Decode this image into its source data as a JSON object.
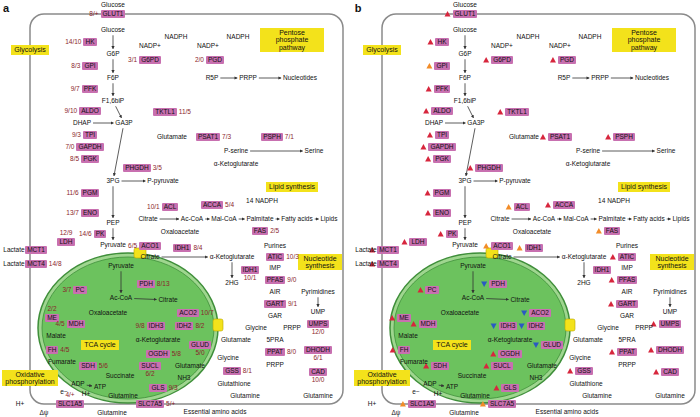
{
  "diagram": {
    "nodes": [
      {
        "text": [
          "GLUT1"
        ]
      },
      {
        "text": [
          "Glycolysis"
        ]
      },
      {
        "text": [
          "HK"
        ]
      },
      {
        "text": [
          "G6PD"
        ]
      },
      {
        "text": [
          "PGD"
        ]
      },
      {
        "text": [
          "Pentose phosphate pathway"
        ]
      },
      {
        "text": [
          "GPI"
        ]
      },
      {
        "text": [
          "PFK"
        ]
      },
      {
        "text": [
          "TKTL1"
        ]
      },
      {
        "text": [
          "ALDO"
        ]
      },
      {
        "text": [
          "TPI"
        ]
      },
      {
        "text": [
          "GAPDH"
        ]
      },
      {
        "text": [
          "PSAT1"
        ]
      },
      {
        "text": [
          "PSPH"
        ]
      },
      {
        "text": [
          "PGK"
        ]
      },
      {
        "text": [
          "PHGDH"
        ]
      },
      {
        "text": [
          "Lipid synthesis"
        ]
      },
      {
        "text": [
          "PGM"
        ]
      },
      {
        "text": [
          "ACL"
        ]
      },
      {
        "text": [
          "ACCA"
        ]
      },
      {
        "text": [
          "FAS"
        ]
      },
      {
        "text": [
          "ENO"
        ]
      },
      {
        "text": [
          "PK"
        ]
      },
      {
        "text": [
          "MCT1"
        ]
      },
      {
        "text": [
          "LDH"
        ]
      },
      {
        "text": [
          "MCT4"
        ]
      },
      {
        "text": [
          "ACO1"
        ]
      },
      {
        "text": [
          "IDH1"
        ]
      },
      {
        "text": [
          "IDH1"
        ]
      },
      {
        "text": [
          "ATIC"
        ]
      },
      {
        "text": [
          "Nucleotide synthesis"
        ]
      },
      {
        "text": [
          "PFAS"
        ]
      },
      {
        "text": [
          "GART"
        ]
      },
      {
        "text": [
          "PPAT"
        ]
      },
      {
        "text": [
          "UMPS"
        ]
      },
      {
        "text": [
          "DHODH"
        ]
      },
      {
        "text": [
          "CAD"
        ]
      },
      {
        "text": [
          "TCA cycle"
        ]
      },
      {
        "text": [
          "PC"
        ]
      },
      {
        "text": [
          "PDH"
        ]
      },
      {
        "text": [
          "ME"
        ]
      },
      {
        "text": [
          "ACO2"
        ]
      },
      {
        "text": [
          "MDH"
        ]
      },
      {
        "text": [
          "IDH3"
        ]
      },
      {
        "text": [
          "IDH2"
        ]
      },
      {
        "text": [
          "FH"
        ]
      },
      {
        "text": [
          "OGDH"
        ]
      },
      {
        "text": [
          "GLUD"
        ]
      },
      {
        "text": [
          "SDH"
        ]
      },
      {
        "text": [
          "SUCL"
        ]
      },
      {
        "text": [
          "GLS"
        ]
      },
      {
        "text": [
          "GSS"
        ]
      },
      {
        "text": [
          "SLC1A5"
        ]
      },
      {
        "text": [
          "SLC7A5"
        ]
      },
      {
        "text": [
          "Oxidative phosphorylation"
        ]
      },
      {
        "text": [
          "GLUT1"
        ]
      },
      {
        "text": [
          "Glycolysis"
        ]
      },
      {
        "text": [
          "HK"
        ]
      },
      {
        "text": [
          "G6PD"
        ]
      },
      {
        "text": [
          "PGD"
        ]
      },
      {
        "text": [
          "Pentose phosphate pathway"
        ]
      },
      {
        "text": [
          "GPI"
        ]
      },
      {
        "text": [
          "PFK"
        ]
      },
      {
        "text": [
          "TKTL1"
        ]
      },
      {
        "text": [
          "ALDO"
        ]
      },
      {
        "text": [
          "TPI"
        ]
      },
      {
        "text": [
          "GAPDH"
        ]
      },
      {
        "text": [
          "PSAT1"
        ]
      },
      {
        "text": [
          "PSPH"
        ]
      },
      {
        "text": [
          "PGK"
        ]
      },
      {
        "text": [
          "PHGDH"
        ]
      },
      {
        "text": [
          "Lipid synthesis"
        ]
      },
      {
        "text": [
          "PGM"
        ]
      },
      {
        "text": [
          "ACL"
        ]
      },
      {
        "text": [
          "ACCA"
        ]
      },
      {
        "text": [
          "FAS"
        ]
      },
      {
        "text": [
          "ENO"
        ]
      },
      {
        "text": [
          "PK"
        ]
      },
      {
        "text": [
          "MCT1"
        ]
      },
      {
        "text": [
          "LDH"
        ]
      },
      {
        "text": [
          "MCT4"
        ]
      },
      {
        "text": [
          "ACO1"
        ]
      },
      {
        "text": [
          "IDH1"
        ]
      },
      {
        "text": [
          "IDH1"
        ]
      },
      {
        "text": [
          "ATIC"
        ]
      },
      {
        "text": [
          "Nucleotide synthesis"
        ]
      },
      {
        "text": [
          "PFAS"
        ]
      },
      {
        "text": [
          "GART"
        ]
      },
      {
        "text": [
          "PPAT"
        ]
      },
      {
        "text": [
          "UMPS"
        ]
      },
      {
        "text": [
          "DHODH"
        ]
      },
      {
        "text": [
          "CAD"
        ]
      },
      {
        "text": [
          "TCA cycle"
        ]
      },
      {
        "text": [
          "PC"
        ]
      },
      {
        "text": [
          "PDH"
        ]
      },
      {
        "text": [
          "ME"
        ]
      },
      {
        "text": [
          "ACO2"
        ]
      },
      {
        "text": [
          "MDH"
        ]
      },
      {
        "text": [
          "IDH3"
        ]
      },
      {
        "text": [
          "IDH2"
        ]
      },
      {
        "text": [
          "FH"
        ]
      },
      {
        "text": [
          "OGDH"
        ]
      },
      {
        "text": [
          "GLUD"
        ]
      },
      {
        "text": [
          "SDH"
        ]
      },
      {
        "text": [
          "SUCL"
        ]
      },
      {
        "text": [
          "GLS"
        ]
      },
      {
        "text": [
          "GSS"
        ]
      },
      {
        "text": [
          "SLC1A5"
        ]
      },
      {
        "text": [
          "SLC7A5"
        ]
      },
      {
        "text": [
          "Oxidative phosphorylation"
        ]
      }
    ],
    "labels": [
      "a",
      "Glucose",
      "Glucose",
      "G6P",
      "NADP+",
      "NADPH",
      "NADP+",
      "NADPH",
      "F6P",
      "R5P",
      "PRPP",
      "Nucleotides",
      "F1,6biP",
      "DHAP",
      "GA3P",
      "Glutamate",
      "P-serine",
      "Serine",
      "α-Ketoglutarate",
      "3PG",
      "P-pyruvate",
      "14 NADPH",
      "PEP",
      "Citrate",
      "Ac-CoA",
      "Mal-CoA",
      "Palmitate",
      "Fatty acids",
      "Lipids",
      "Oxaloacetate",
      "Lactate",
      "Lactate",
      "Pyruvate",
      "Citrate",
      "α-Ketoglutarate",
      "2HG",
      "Purines",
      "IMP",
      "AIR",
      "GAR",
      "Glycine",
      "PRPP",
      "5PRA",
      "PRPP",
      "Pyrimidines",
      "UMP",
      "Glutamate",
      "Glycine",
      "Glutathione",
      "Glutamine",
      "Glutamine",
      "Pyruvate",
      "Ac-CoA",
      "Citrate",
      "Oxaloacetate",
      "Malate",
      "α-Ketoglutarate",
      "Fumarate",
      "Succinate",
      "Glutamate",
      "NH3",
      "Glutamine",
      "ADP",
      "ATP",
      "e−",
      "H+",
      "Δψ",
      "H+",
      "Glutamine",
      "Essential amino acids",
      "8/+",
      "14/10",
      "3/1",
      "2/0",
      "8/3",
      "9/7",
      "11/5",
      "9/10",
      "9/3",
      "7/0",
      "7/3",
      "7/1",
      "8/5",
      "3/5",
      "11/6",
      "10/1",
      "5/4",
      "2/5",
      "13/7",
      "14/6",
      "12/9",
      "14/8",
      "6/5",
      "8/4",
      "10/1",
      "10/3",
      "9/0",
      "9/1",
      "8/0",
      "12/0",
      "6/1",
      "10/0",
      "3/7",
      "8/13",
      "2/2",
      "10/7",
      "4/5",
      "9/8",
      "8/2",
      "4/5",
      "5/8",
      "5/0",
      "5/6",
      "6/2",
      "9/3",
      "8/1",
      "4/+",
      "5/+",
      "b",
      "Glucose",
      "Glucose",
      "G6P",
      "NADP+",
      "NADPH",
      "NADP+",
      "NADPH",
      "F6P",
      "R5P",
      "PRPP",
      "Nucleotides",
      "F1,6biP",
      "DHAP",
      "GA3P",
      "Glutamate",
      "P-serine",
      "Serine",
      "α-Ketoglutarate",
      "3PG",
      "P-pyruvate",
      "14 NADPH",
      "PEP",
      "Citrate",
      "Ac-CoA",
      "Mal-CoA",
      "Palmitate",
      "Fatty acids",
      "Lipids",
      "Oxaloacetate",
      "Lactate",
      "Lactate",
      "Pyruvate",
      "Citrate",
      "α-Ketoglutarate",
      "2HG",
      "Purines",
      "IMP",
      "AIR",
      "GAR",
      "Glycine",
      "PRPP",
      "5PRA",
      "PRPP",
      "Pyrimidines",
      "UMP",
      "Glutamate",
      "Glycine",
      "Glutathione",
      "Glutamine",
      "Glutamine",
      "Pyruvate",
      "Ac-CoA",
      "Citrate",
      "Oxaloacetate",
      "Malate",
      "α-Ketoglutarate",
      "Fumarate",
      "Succinate",
      "Glutamate",
      "NH3",
      "Glutamine",
      "ADP",
      "ATP",
      "e−",
      "H+",
      "Δψ",
      "H+",
      "Glutamine",
      "Essential amino acids"
    ]
  }
}
